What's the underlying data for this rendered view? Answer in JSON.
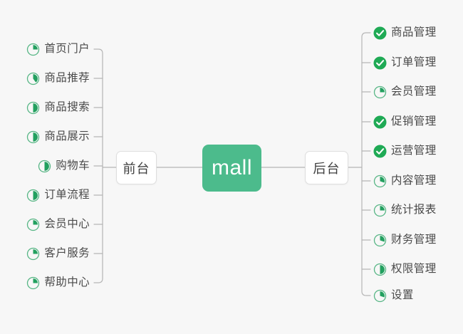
{
  "meta": {
    "background_color": "#f7f7f7",
    "accent_color": "#4cbb8c",
    "icon_color": "#22a05f",
    "line_color": "#b5b5b5",
    "text_color": "#4a4a4a"
  },
  "center": {
    "root_label": "mall",
    "left_branch_label": "前台",
    "right_branch_label": "后台"
  },
  "left_branch": {
    "items": [
      {
        "label": "首页门户",
        "icon": "pie-progress-icon",
        "progress": 25,
        "state": "partial"
      },
      {
        "label": "商品推荐",
        "icon": "pie-progress-icon",
        "progress": 40,
        "state": "partial"
      },
      {
        "label": "商品搜索",
        "icon": "pie-progress-icon",
        "progress": 50,
        "state": "partial"
      },
      {
        "label": "商品展示",
        "icon": "pie-progress-icon",
        "progress": 50,
        "state": "partial"
      },
      {
        "label": "购物车",
        "icon": "pie-progress-icon",
        "progress": 50,
        "state": "partial"
      },
      {
        "label": "订单流程",
        "icon": "pie-progress-icon",
        "progress": 50,
        "state": "partial"
      },
      {
        "label": "会员中心",
        "icon": "pie-progress-icon",
        "progress": 25,
        "state": "partial"
      },
      {
        "label": "客户服务",
        "icon": "pie-progress-icon",
        "progress": 25,
        "state": "partial"
      },
      {
        "label": "帮助中心",
        "icon": "pie-progress-icon",
        "progress": 25,
        "state": "partial"
      }
    ]
  },
  "right_branch": {
    "items": [
      {
        "label": "商品管理",
        "icon": "check-circle-icon",
        "progress": 100,
        "state": "complete"
      },
      {
        "label": "订单管理",
        "icon": "check-circle-icon",
        "progress": 100,
        "state": "complete"
      },
      {
        "label": "会员管理",
        "icon": "pie-progress-icon",
        "progress": 25,
        "state": "partial"
      },
      {
        "label": "促销管理",
        "icon": "check-circle-icon",
        "progress": 100,
        "state": "complete"
      },
      {
        "label": "运营管理",
        "icon": "check-circle-icon",
        "progress": 100,
        "state": "complete"
      },
      {
        "label": "内容管理",
        "icon": "pie-progress-icon",
        "progress": 30,
        "state": "partial"
      },
      {
        "label": "统计报表",
        "icon": "pie-progress-icon",
        "progress": 25,
        "state": "partial"
      },
      {
        "label": "财务管理",
        "icon": "pie-progress-icon",
        "progress": 30,
        "state": "partial"
      },
      {
        "label": "权限管理",
        "icon": "pie-progress-icon",
        "progress": 50,
        "state": "partial"
      },
      {
        "label": "设置",
        "icon": "pie-progress-icon",
        "progress": 30,
        "state": "partial"
      }
    ]
  }
}
